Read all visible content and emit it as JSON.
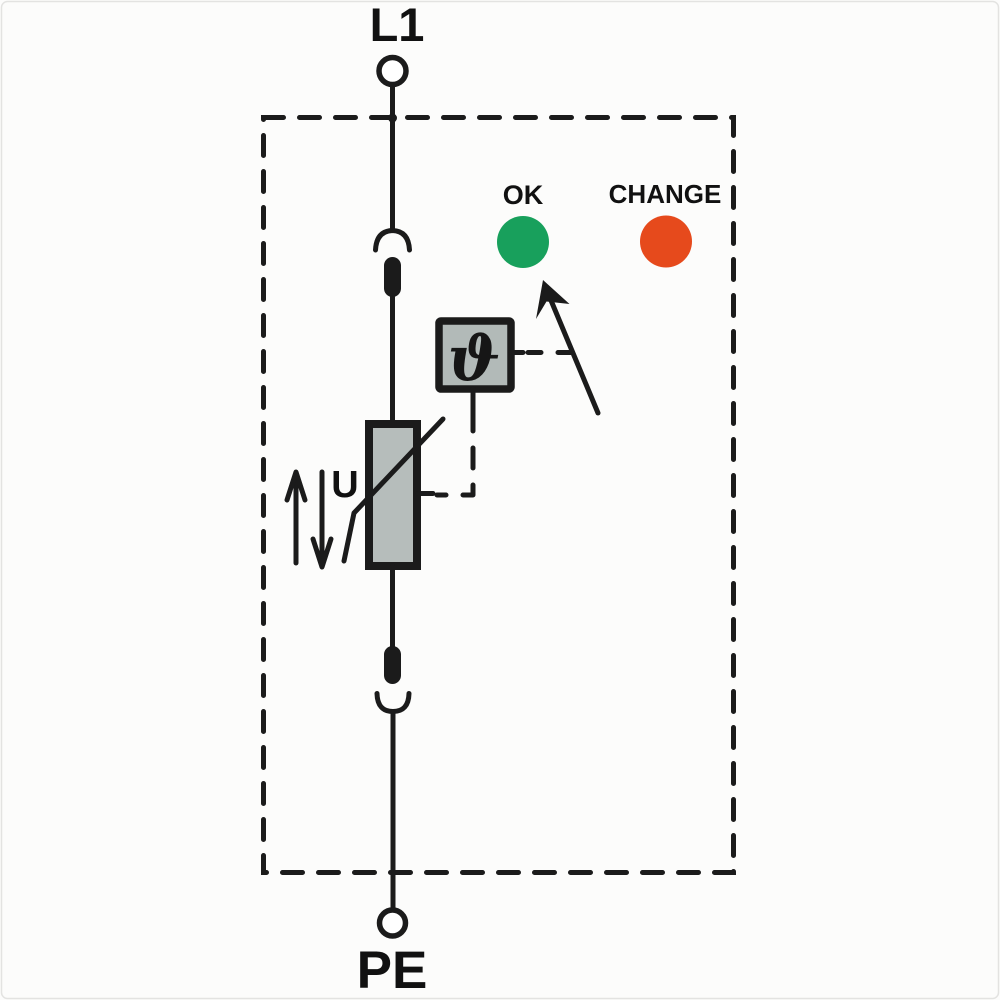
{
  "terminals": {
    "top": {
      "label": "L1"
    },
    "bottom": {
      "label": "PE"
    }
  },
  "indicators": {
    "ok": {
      "label": "OK",
      "color": "#18a05c"
    },
    "change": {
      "label": "CHANGE",
      "color": "#e64a1c"
    }
  },
  "varistor": {
    "voltage_label": "U",
    "fill": "#b6bdbb"
  },
  "thermal_sensor": {
    "symbol": "ϑ",
    "fill": "#b2bab8"
  },
  "colors": {
    "line": "#1b1b1b",
    "background": "#fcfcfb",
    "frame": "#e3e3e1"
  }
}
